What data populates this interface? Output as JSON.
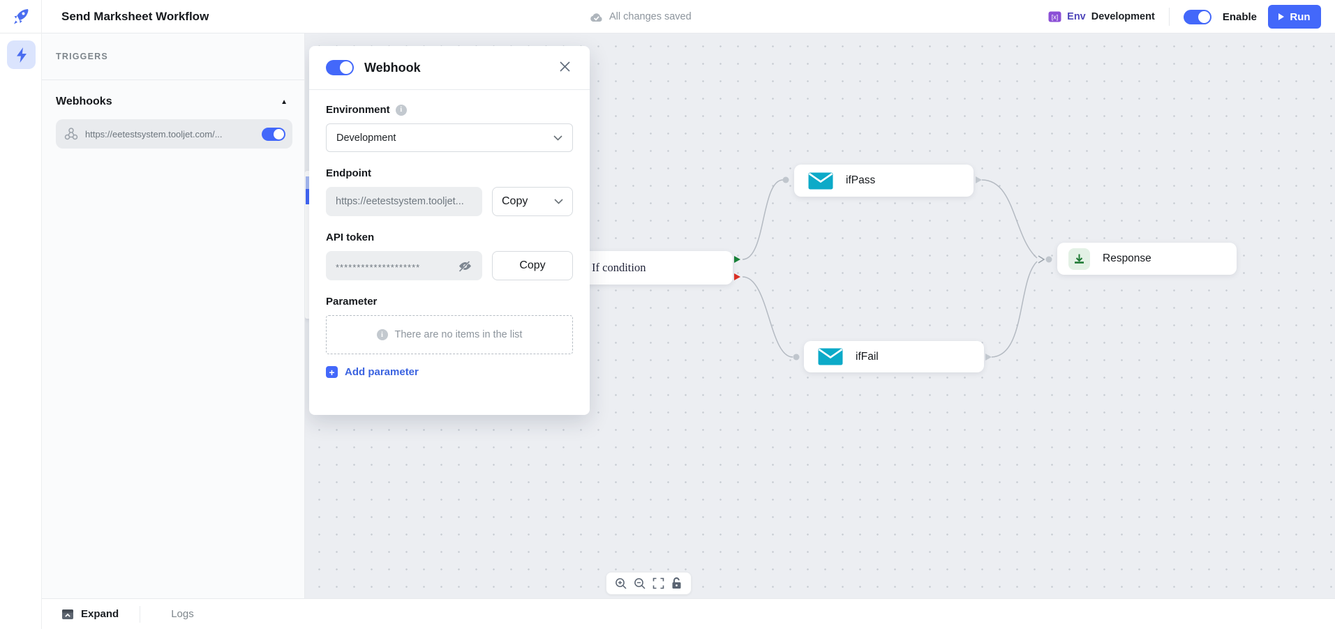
{
  "header": {
    "app_title": "Send Marksheet Workflow",
    "save_status": "All changes saved",
    "env_label": "Env",
    "env_value": "Development",
    "enable_label": "Enable",
    "run_label": "Run"
  },
  "sidebar": {
    "section_title": "TRIGGERS",
    "group_title": "Webhooks",
    "webhook_url": "https://eetestsystem.tooljet.com/..."
  },
  "modal": {
    "title": "Webhook",
    "environment": {
      "label": "Environment",
      "value": "Development"
    },
    "endpoint": {
      "label": "Endpoint",
      "value": "https://eetestsystem.tooljet...",
      "copy_label": "Copy"
    },
    "api_token": {
      "label": "API token",
      "masked_value": "********************",
      "copy_label": "Copy"
    },
    "parameter": {
      "label": "Parameter",
      "empty_message": "There are no items in the list",
      "add_label": "Add parameter"
    }
  },
  "canvas": {
    "nodes": [
      {
        "id": "if-condition",
        "label": "If condition",
        "type": "if"
      },
      {
        "id": "ifPass",
        "label": "ifPass",
        "type": "email"
      },
      {
        "id": "ifFail",
        "label": "ifFail",
        "type": "email"
      },
      {
        "id": "response",
        "label": "Response",
        "type": "response"
      }
    ]
  },
  "footer": {
    "expand_label": "Expand",
    "logs_label": "Logs"
  },
  "colors": {
    "primary": "#4368fa",
    "canvas_bg": "#eceef2",
    "success_handle": "#188038",
    "danger_handle": "#d93025",
    "email_icon": "#0caac8",
    "response_icon": "#1f7a34",
    "env_icon": "#8b4fd6"
  }
}
